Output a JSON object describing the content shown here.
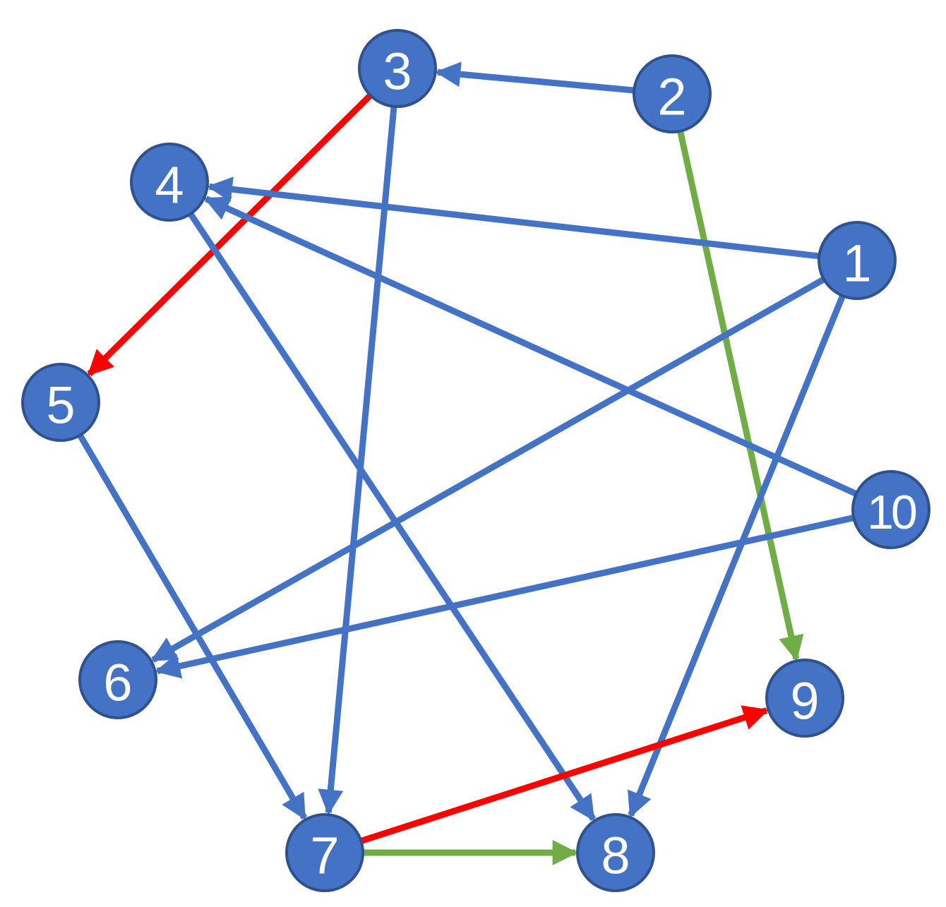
{
  "diagram": {
    "type": "directed-graph",
    "colors": {
      "node_fill": "#4472C4",
      "node_stroke": "#2F528F",
      "node_text": "#FFFFFF",
      "edge_default": "#4472C4",
      "edge_red": "#FF0000",
      "edge_green": "#70AD47"
    },
    "nodes": [
      {
        "id": "1",
        "label": "1"
      },
      {
        "id": "2",
        "label": "2"
      },
      {
        "id": "3",
        "label": "3"
      },
      {
        "id": "4",
        "label": "4"
      },
      {
        "id": "5",
        "label": "5"
      },
      {
        "id": "6",
        "label": "6"
      },
      {
        "id": "7",
        "label": "7"
      },
      {
        "id": "8",
        "label": "8"
      },
      {
        "id": "9",
        "label": "9"
      },
      {
        "id": "10",
        "label": "10"
      }
    ],
    "edges": [
      {
        "from": "2",
        "to": "3",
        "color": "blue"
      },
      {
        "from": "2",
        "to": "9",
        "color": "green"
      },
      {
        "from": "3",
        "to": "5",
        "color": "red"
      },
      {
        "from": "3",
        "to": "7",
        "color": "blue"
      },
      {
        "from": "1",
        "to": "4",
        "color": "blue"
      },
      {
        "from": "10",
        "to": "4",
        "color": "blue"
      },
      {
        "from": "4",
        "to": "8",
        "color": "blue"
      },
      {
        "from": "1",
        "to": "6",
        "color": "blue"
      },
      {
        "from": "1",
        "to": "8",
        "color": "blue"
      },
      {
        "from": "10",
        "to": "6",
        "color": "blue"
      },
      {
        "from": "5",
        "to": "7",
        "color": "blue"
      },
      {
        "from": "7",
        "to": "9",
        "color": "red"
      },
      {
        "from": "7",
        "to": "8",
        "color": "green"
      }
    ]
  }
}
